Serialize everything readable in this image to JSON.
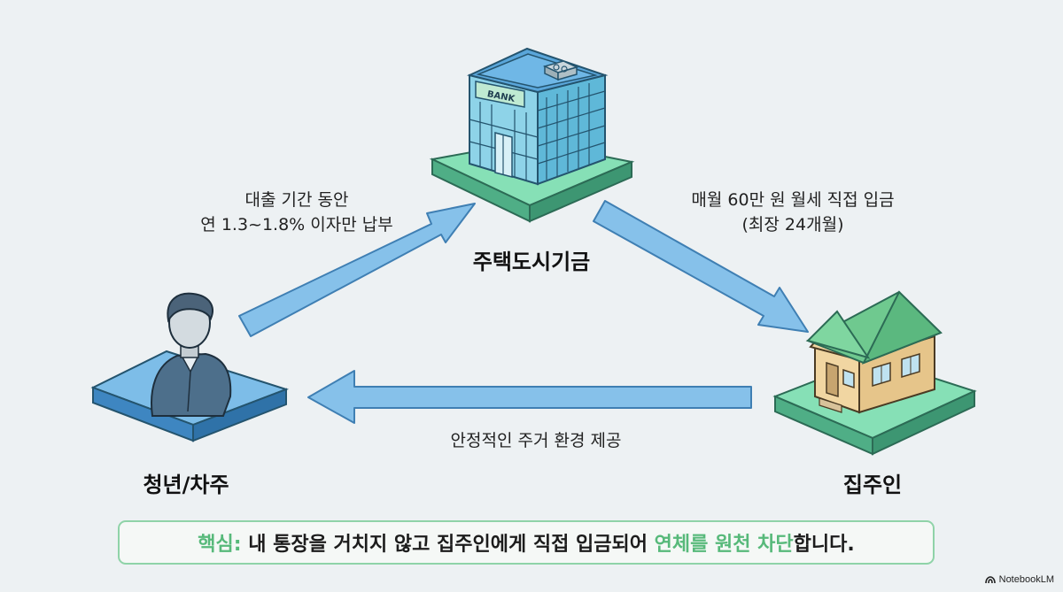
{
  "nodes": {
    "bank": {
      "name": "주택도시기금",
      "sign": "BANK"
    },
    "tenant": {
      "name": "청년/차주"
    },
    "landlord": {
      "name": "집주인"
    }
  },
  "arrows": {
    "tenant_to_bank": {
      "line1": "대출 기간 동안",
      "line2": "연 1.3~1.8% 이자만 납부"
    },
    "bank_to_landlord": {
      "line1": "매월 60만 원 월세 직접 입금",
      "line2": "(최장 24개월)"
    },
    "landlord_to_tenant": {
      "line1": "안정적인 주거 환경 제공"
    }
  },
  "summary": {
    "prefix": "핵심:",
    "text1": " 내 통장을 거치지 않고 집주인에게 직접 입금되어 ",
    "highlight": "연체를 원천 차단",
    "text2": "합니다."
  },
  "brand": "NotebookLM",
  "colors": {
    "arrow": "#86c1ea",
    "arrow_stroke": "#3f7fb3",
    "accent_green": "#57b97a",
    "platform_blue": "#6fb2e3",
    "platform_green": "#79dcae"
  }
}
